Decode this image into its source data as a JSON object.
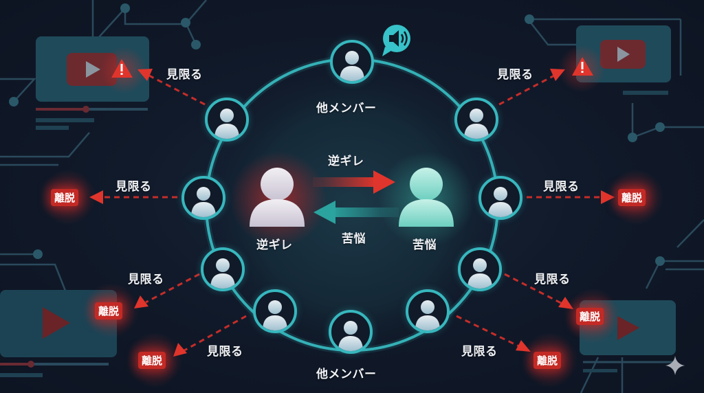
{
  "diagram": {
    "theme": "dark-circuit",
    "colors": {
      "ring": "#37b7be",
      "danger": "#d9302a",
      "central_red_glow": "#c02828",
      "central_teal_glow": "#3ec9b4",
      "background": "#111a2a"
    },
    "center": {
      "left_person": {
        "label": "逆ギレ",
        "glow": "red"
      },
      "right_person": {
        "label": "苦悩",
        "glow": "teal"
      },
      "arrow_right": {
        "label": "逆ギレ",
        "color": "#d9302a"
      },
      "arrow_left": {
        "label": "苦悩",
        "color": "#2aa5a0"
      }
    },
    "top_member": {
      "label": "他メンバー",
      "badge_icon": "speaker-icon"
    },
    "bottom_member": {
      "label": "他メンバー"
    },
    "edges": [
      {
        "from": "upper-left-member",
        "label": "見限る",
        "target": "warning-icon"
      },
      {
        "from": "upper-right-member",
        "label": "見限る",
        "target": "warning-icon"
      },
      {
        "from": "left-member",
        "label": "見限る",
        "target": "離脱"
      },
      {
        "from": "right-member",
        "label": "見限る",
        "target": "離脱"
      },
      {
        "from": "lower-left-member",
        "label": "見限る",
        "target": "離脱"
      },
      {
        "from": "lower-right-member",
        "label": "見限る",
        "target": "離脱"
      },
      {
        "from": "bottom-left-member",
        "label": "見限る",
        "target": "離脱"
      },
      {
        "from": "bottom-right-member",
        "label": "見限る",
        "target": "離脱"
      }
    ],
    "exit_badge_text": "離脱",
    "abandon_text": "見限る",
    "warning_symbol": "!",
    "member_count_on_ring": 10
  }
}
